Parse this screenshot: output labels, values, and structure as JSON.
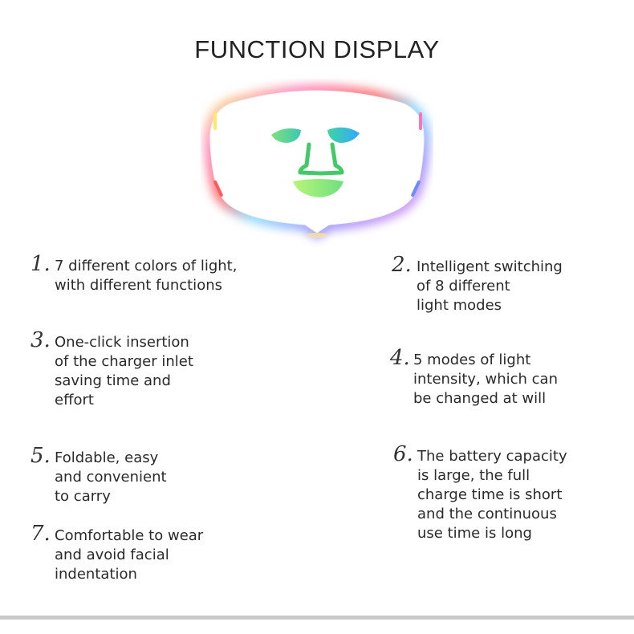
{
  "title": "FUNCTION DISPLAY",
  "product_image": {
    "icon": "led-face-mask-icon"
  },
  "features": [
    {
      "number": "1.",
      "lines": [
        "7 different colors of light,",
        "with different functions"
      ]
    },
    {
      "number": "2.",
      "lines": [
        "Intelligent switching",
        "of 8 different",
        "light modes"
      ]
    },
    {
      "number": "3.",
      "lines": [
        "One-click insertion",
        "of the charger inlet",
        "saving time and",
        "effort"
      ]
    },
    {
      "number": "4.",
      "lines": [
        "5 modes of light",
        "intensity, which can",
        "be changed at will"
      ]
    },
    {
      "number": "5.",
      "lines": [
        "Foldable, easy",
        "and convenient",
        "to carry"
      ]
    },
    {
      "number": "6.",
      "lines": [
        "The battery capacity",
        "is large, the full",
        "charge time is short",
        "and the continuous",
        "use time is long"
      ]
    },
    {
      "number": "7.",
      "lines": [
        "Comfortable to wear",
        "and avoid facial",
        "indentation"
      ]
    }
  ]
}
